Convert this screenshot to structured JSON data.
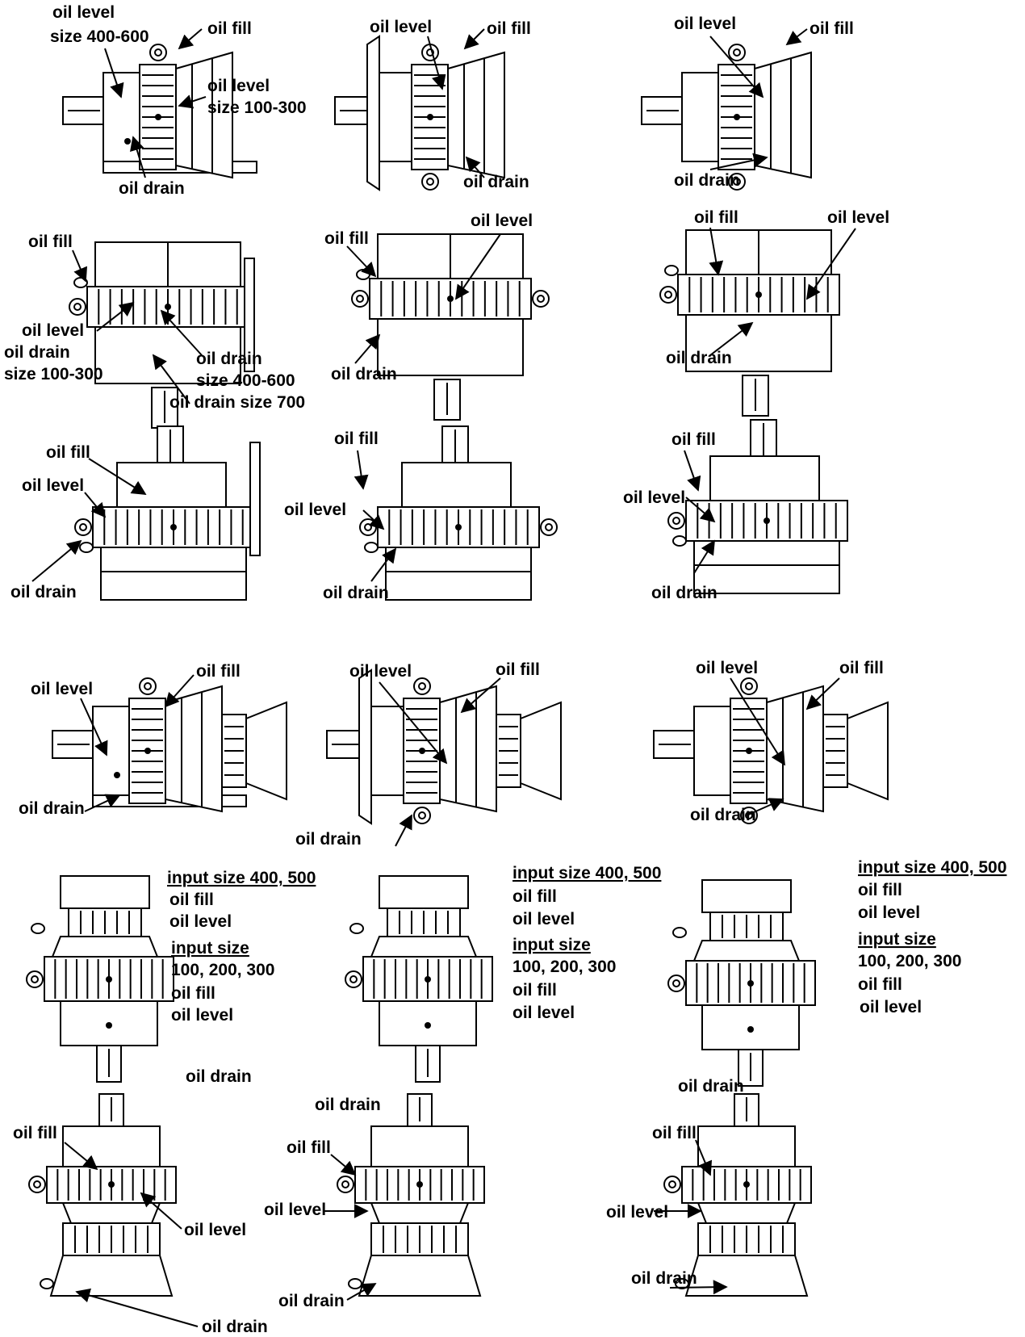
{
  "diagrams": [
    {
      "labels": [
        "oil level",
        "size 400-600",
        "oil fill",
        "oil level",
        "size 100-300",
        "oil drain"
      ]
    },
    {
      "labels": [
        "oil level",
        "oil fill",
        "oil drain"
      ]
    },
    {
      "labels": [
        "oil level",
        "oil fill",
        "oil drain"
      ]
    },
    {
      "labels": [
        "oil fill",
        "oil level",
        "oil drain",
        "size 100-300",
        "oil drain",
        "size 400-600",
        "oil drain size 700"
      ]
    },
    {
      "labels": [
        "oil fill",
        "oil level",
        "oil drain"
      ]
    },
    {
      "labels": [
        "oil fill",
        "oil level",
        "oil drain"
      ]
    },
    {
      "labels": [
        "oil fill",
        "oil level",
        "oil drain"
      ]
    },
    {
      "labels": [
        "oil fill",
        "oil level",
        "oil drain"
      ]
    },
    {
      "labels": [
        "oil fill",
        "oil level",
        "oil drain"
      ]
    },
    {
      "labels": [
        "oil fill",
        "oil level",
        "oil drain"
      ]
    },
    {
      "labels": [
        "oil level",
        "oil fill",
        "oil drain"
      ]
    },
    {
      "labels": [
        "oil level",
        "oil fill",
        "oil drain"
      ]
    },
    {
      "labels": [
        "input size 400, 500",
        "oil fill",
        "oil level",
        "input size",
        "100, 200, 300",
        "oil fill",
        "oil level",
        "oil drain"
      ]
    },
    {
      "labels": [
        "input size 400, 500",
        "oil fill",
        "oil level",
        "input size",
        "100, 200, 300",
        "oil fill",
        "oil level",
        "oil drain"
      ]
    },
    {
      "labels": [
        "input size 400, 500",
        "oil fill",
        "oil level",
        "input size",
        "100, 200, 300",
        "oil fill",
        "oil level",
        "oil drain"
      ]
    },
    {
      "labels": [
        "oil fill",
        "oil level",
        "oil drain"
      ]
    },
    {
      "labels": [
        "oil fill",
        "oil level",
        "oil drain"
      ]
    },
    {
      "labels": [
        "oil fill",
        "oil level",
        "oil drain"
      ]
    }
  ]
}
